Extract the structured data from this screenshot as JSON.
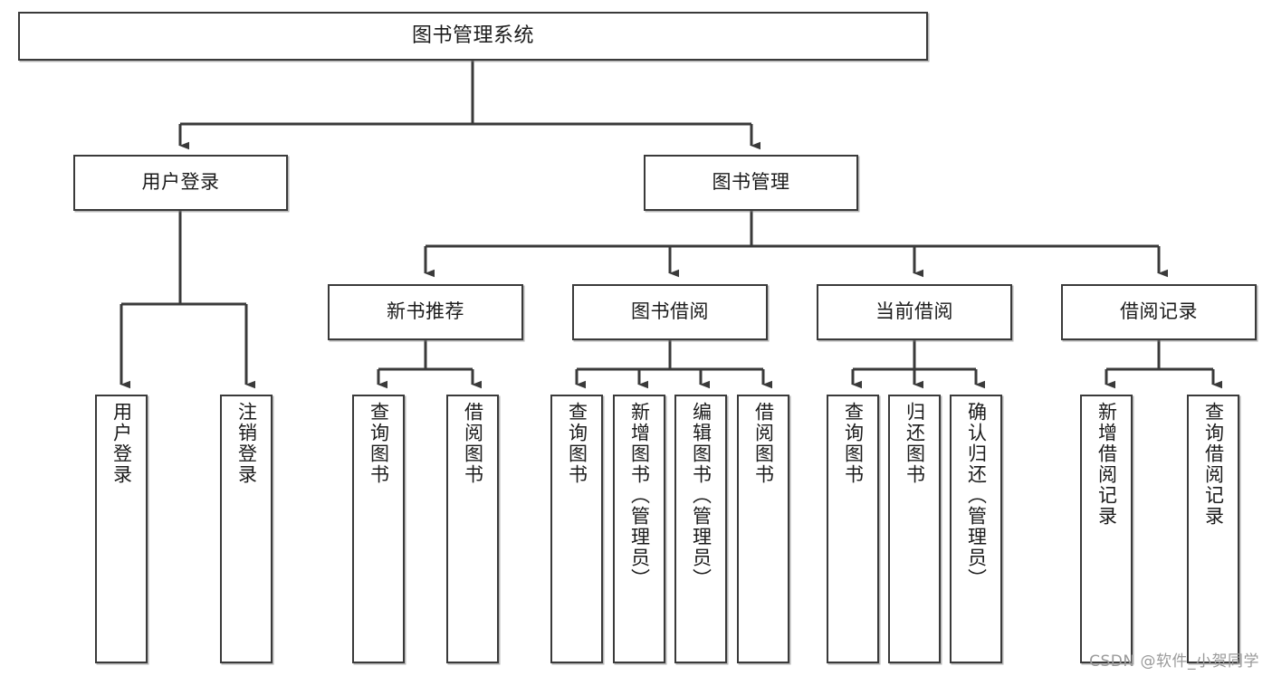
{
  "diagram": {
    "title": "图书管理系统",
    "type": "tree-hierarchy-chart",
    "watermark": "CSDN @软件_小贺同学",
    "colors": {
      "box_border": "#3a3a3a",
      "box_fill": "#ffffff",
      "edge": "#3a3a3a",
      "text": "#1b1b1b",
      "watermark": "#9a9a9a",
      "background": "#ffffff"
    },
    "root": {
      "label": "图书管理系统"
    },
    "level2": [
      {
        "id": "user-login",
        "label": "用户登录"
      },
      {
        "id": "book-management",
        "label": "图书管理"
      }
    ],
    "level3": [
      {
        "id": "new-book-recommend",
        "label": "新书推荐"
      },
      {
        "id": "book-borrow",
        "label": "图书借阅"
      },
      {
        "id": "current-borrow",
        "label": "当前借阅"
      },
      {
        "id": "borrow-record",
        "label": "借阅记录"
      }
    ],
    "leaves": {
      "user_login": [
        {
          "id": "leaf-user-login",
          "label": "用户登录"
        },
        {
          "id": "leaf-logout-login",
          "label": "注销登录"
        }
      ],
      "new_book_recommend": [
        {
          "id": "leaf-query-book-1",
          "label": "查询图书"
        },
        {
          "id": "leaf-borrow-book-1",
          "label": "借阅图书"
        }
      ],
      "book_borrow": [
        {
          "id": "leaf-query-book-2",
          "label": "查询图书"
        },
        {
          "id": "leaf-add-book",
          "label": "新增图书（管理员）"
        },
        {
          "id": "leaf-edit-book",
          "label": "编辑图书（管理员）"
        },
        {
          "id": "leaf-borrow-book-2",
          "label": "借阅图书"
        }
      ],
      "current_borrow": [
        {
          "id": "leaf-query-book-3",
          "label": "查询图书"
        },
        {
          "id": "leaf-return-book",
          "label": "归还图书"
        },
        {
          "id": "leaf-confirm-return",
          "label": "确认归还（管理员）"
        }
      ],
      "borrow_record": [
        {
          "id": "leaf-add-borrow-record",
          "label": "新增借阅记录"
        },
        {
          "id": "leaf-query-borrow-record",
          "label": "查询借阅记录"
        }
      ]
    }
  }
}
